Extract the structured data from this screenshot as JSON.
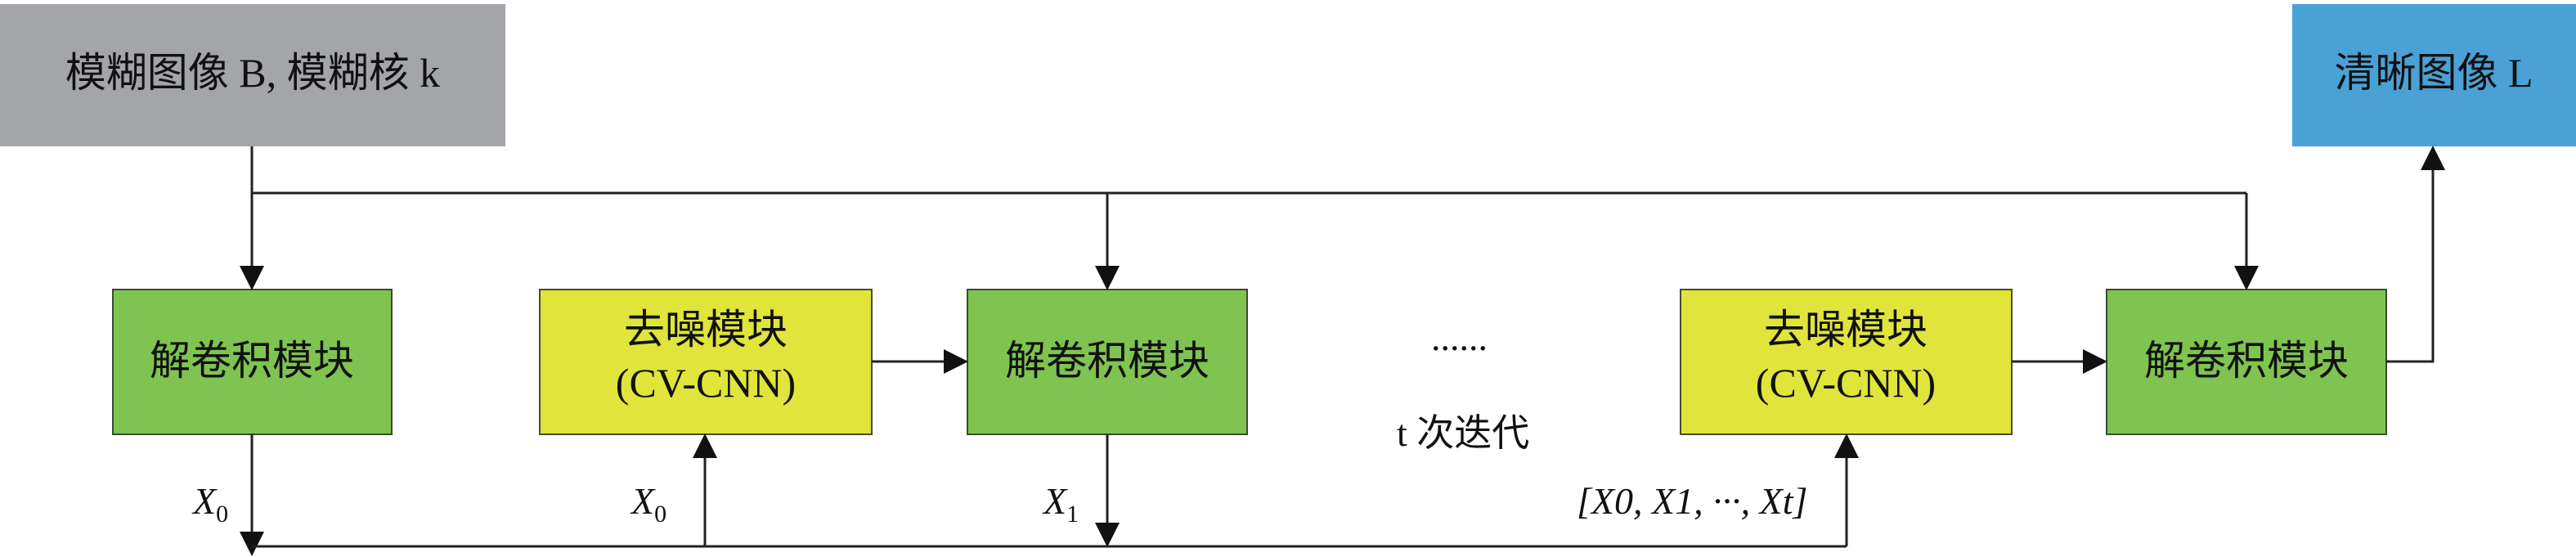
{
  "nodes": {
    "input": {
      "label": "模糊图像 B, 模糊核 k"
    },
    "output": {
      "label": "清晰图像 L"
    },
    "deconv_1": {
      "label": "解卷积模块"
    },
    "denoise_1": {
      "label": "去噪模块",
      "sublabel": "(CV-CNN)"
    },
    "deconv_2": {
      "label": "解卷积模块"
    },
    "denoise_t": {
      "label": "去噪模块",
      "sublabel": "(CV-CNN)"
    },
    "deconv_t": {
      "label": "解卷积模块"
    }
  },
  "annotations": {
    "ellipsis": "......",
    "iterations": "t 次迭代",
    "x0_out": {
      "base": "X",
      "sub": "0"
    },
    "x0_in": {
      "base": "X",
      "sub": "0"
    },
    "x1_out": {
      "base": "X",
      "sub": "1"
    },
    "stack_in": "[X0, X1, ···, Xt]"
  },
  "colors": {
    "input": "#a3a5a9",
    "output": "#4aa1d6",
    "deconv": "#7fc450",
    "denoise": "#e1e43b"
  }
}
